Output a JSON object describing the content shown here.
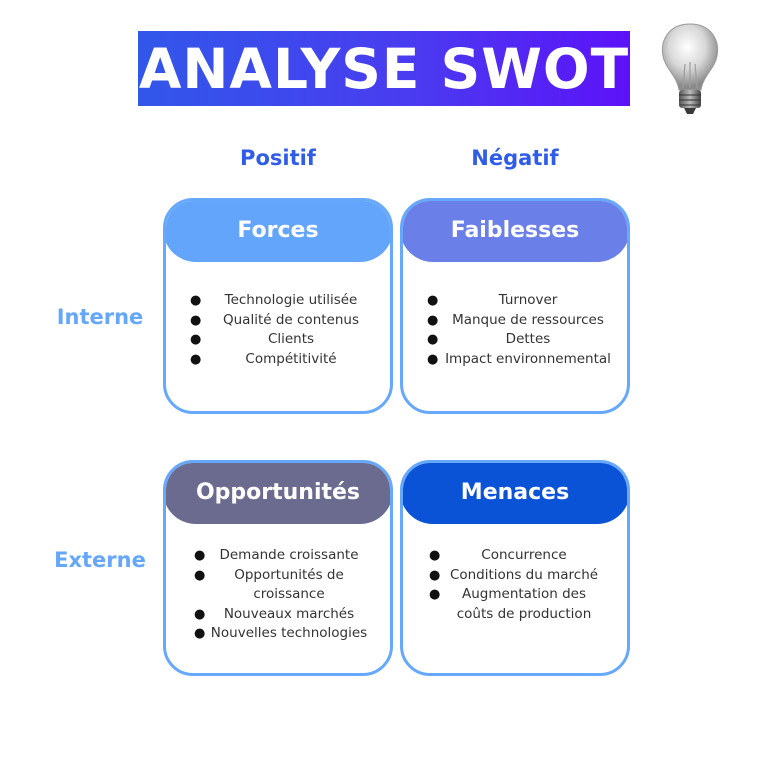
{
  "title": "ANALYSE SWOT",
  "icon": "lightbulb-icon",
  "columns": {
    "positive": "Positif",
    "negative": "Négatif"
  },
  "rows": {
    "internal": "Interne",
    "external": "Externe"
  },
  "colors": {
    "title_gradient_start": "#3157ea",
    "title_gradient_end": "#5c12f8",
    "column_label": "#2f5de8",
    "row_label": "#65a7fb",
    "card_border": "#66a8fb",
    "forces": "#62a5fb",
    "faiblesses": "#6a7fe8",
    "opportunites": "#6b6b8f",
    "menaces": "#0a52d6"
  },
  "quadrants": {
    "forces": {
      "title": "Forces",
      "items": [
        "Technologie utilisée",
        "Qualité de contenus",
        "Clients",
        "Compétitivité"
      ]
    },
    "faiblesses": {
      "title": "Faiblesses",
      "items": [
        "Turnover",
        "Manque de ressources",
        "Dettes",
        "Impact environnemental"
      ]
    },
    "opportunites": {
      "title": "Opportunités",
      "items": [
        "Demande croissante",
        "Opportunités de croissance",
        "Nouveaux marchés",
        "Nouvelles technologies"
      ]
    },
    "menaces": {
      "title": "Menaces",
      "items": [
        "Concurrence",
        "Conditions du marché",
        "Augmentation des coûts de production"
      ]
    }
  }
}
